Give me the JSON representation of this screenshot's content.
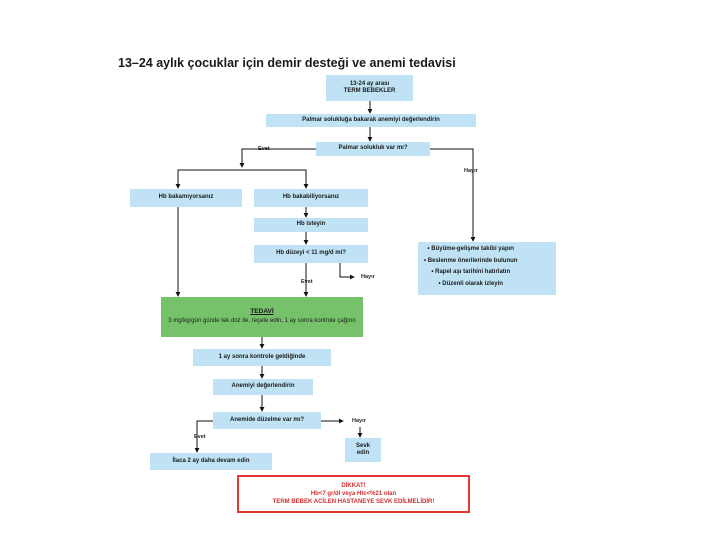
{
  "title": "13–24 aylık çocuklar için demir desteği ve anemi tedavisi",
  "boxes": {
    "term_line1": "13-24 ay arası",
    "term_line2": "TERM BEBEKLER",
    "palmar_eval": "Palmar solukluğa bakarak anemiyi değerlendirin",
    "palmar_q": "Palmar solukluk var mı?",
    "hb_no": "Hb bakamıyorsanız",
    "hb_yes": "Hb bakabiliyorsanız",
    "hb_check": "Hb isteyin",
    "hb_level": "Hb düzeyi < 11 mg/d mi?",
    "tedavi_title": "TEDAVİ",
    "tedavi_text": "3 mg/kg/gün günde tek doz ile, reçete edin, 1 ay sonra kontrole çağırın",
    "control": "1 ay sonra kontrole geldiğinde",
    "anemia_eval": "Anemiyi değerlendirin",
    "anemia_q": "Anemide düzelme var mı?",
    "continue": "İlaca 2 ay daha devam edin",
    "refer": "Sevk edin",
    "side_list": [
      "Büyüme-gelişme takibi yapın",
      "Beslenme önerilerinde bulunun",
      "Rapel aşı tarihini hatırlatın",
      "Düzenli olarak izleyin"
    ]
  },
  "labels": {
    "evet_1": "Evet",
    "hayir_1": "Hayır",
    "hayir_2": "Hayır",
    "evet_2": "Evet",
    "hayir_3": "Hayır",
    "evet_3": "Evet"
  },
  "warning": {
    "line1": "DİKKAT!",
    "line2": "Hb<7 gr/dl veya Htc<%21 olan",
    "line3": "TERM BEBEK ACİLEN HASTANEYE SEVK EDİLMELİDİR!"
  },
  "colors": {
    "box_fill": "#bfe3f5",
    "treatment_fill": "#76c26a",
    "warning_border": "#e53935"
  }
}
